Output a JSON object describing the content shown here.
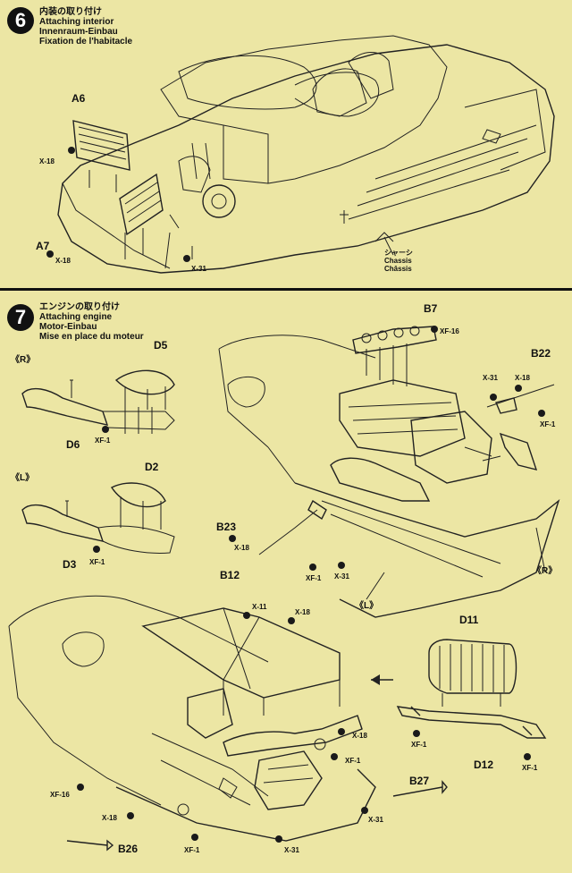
{
  "step6": {
    "number": "6",
    "title_jp": "内装の取り付け",
    "title_en": "Attaching interior",
    "title_de": "Innenraum-Einbau",
    "title_fr": "Fixation de l'habitacle",
    "parts": {
      "a6": "A6",
      "a7": "A7",
      "x18_a": "X-18",
      "x18_b": "X-18",
      "x31": "X-31"
    },
    "chassis_jp": "シャーシ",
    "chassis_en": "Chassis",
    "chassis_fr": "Châssis"
  },
  "step7": {
    "number": "7",
    "title_jp": "エンジンの取り付け",
    "title_en": "Attaching engine",
    "title_de": "Motor-Einbau",
    "title_fr": "Mise en place du moteur",
    "side_r": "《R》",
    "side_l": "《L》",
    "side_r2": "《R》",
    "side_l2": "《L》",
    "parts": {
      "b7": "B7",
      "xf16_a": "XF-16",
      "b22": "B22",
      "x31_a": "X-31",
      "x18_a": "X-18",
      "xf1_a": "XF-1",
      "d5": "D5",
      "d6": "D6",
      "xf1_b": "XF-1",
      "d2": "D2",
      "d3": "D3",
      "xf1_c": "XF-1",
      "b23": "B23",
      "x18_b": "X-18",
      "xf1_d": "XF-1",
      "x31_b": "X-31",
      "b12": "B12",
      "x11": "X-11",
      "x18_c": "X-18",
      "d11": "D11",
      "d12": "D12",
      "xf1_e": "XF-1",
      "xf1_f": "XF-1",
      "x18_d": "X-18",
      "xf1_g": "XF-1",
      "b27": "B27",
      "x31_c": "X-31",
      "xf16_b": "XF-16",
      "x18_e": "X-18",
      "b26": "B26",
      "xf1_h": "XF-1",
      "x31_d": "X-31"
    }
  }
}
